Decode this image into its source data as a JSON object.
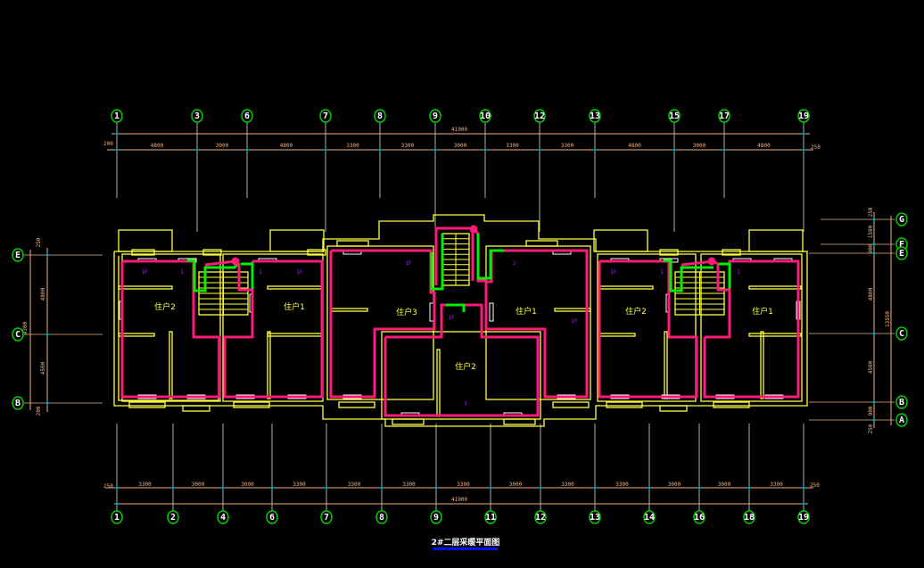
{
  "title": "2#二层采暖平面图",
  "colors": {
    "wall": "#ffff40",
    "supply_pipe": "#ff1a7a",
    "return_pipe": "#00ee00",
    "dimension": "#f0b080",
    "axis_bubble": "#00d000",
    "title_underline": "#0010ff"
  },
  "top_axes": [
    "1",
    "3",
    "6",
    "7",
    "8",
    "9",
    "10",
    "12",
    "13",
    "15",
    "17",
    "19"
  ],
  "top_dims": {
    "total": "41900",
    "left_end": "200",
    "right_end": "250",
    "segments": [
      "4800",
      "3000",
      "4800",
      "3300",
      "3300",
      "3000",
      "3300",
      "3300",
      "4800",
      "3000",
      "4800"
    ]
  },
  "bottom_axes": [
    "1",
    "2",
    "4",
    "6",
    "7",
    "8",
    "9",
    "11",
    "12",
    "13",
    "14",
    "16",
    "18",
    "19"
  ],
  "bottom_dims": {
    "total": "41900",
    "left_end": "250",
    "right_end": "250",
    "segments": [
      "3300",
      "3000",
      "3000",
      "3300",
      "3300",
      "3300",
      "3300",
      "3000",
      "3300",
      "3300",
      "3000",
      "3000",
      "3300"
    ]
  },
  "left_axes": [
    "E",
    "C",
    "B"
  ],
  "left_dims": {
    "segments": [
      "250",
      "4800",
      "4500",
      "200"
    ],
    "total": "9300"
  },
  "right_axes": [
    "G",
    "F",
    "E",
    "C",
    "B",
    "A"
  ],
  "right_dims": {
    "segments": [
      "250",
      "1500",
      "900",
      "4800",
      "4500",
      "900",
      "250"
    ],
    "total": "13550"
  },
  "units": [
    "住户2",
    "住户1",
    "住户3",
    "住户1",
    "住户2",
    "住户2",
    "住户1"
  ],
  "radiator_tags": [
    "1F",
    "1",
    "1",
    "1F",
    "1F",
    "1",
    "1",
    "1F",
    "1",
    "1F",
    "1",
    "1",
    "1F"
  ]
}
